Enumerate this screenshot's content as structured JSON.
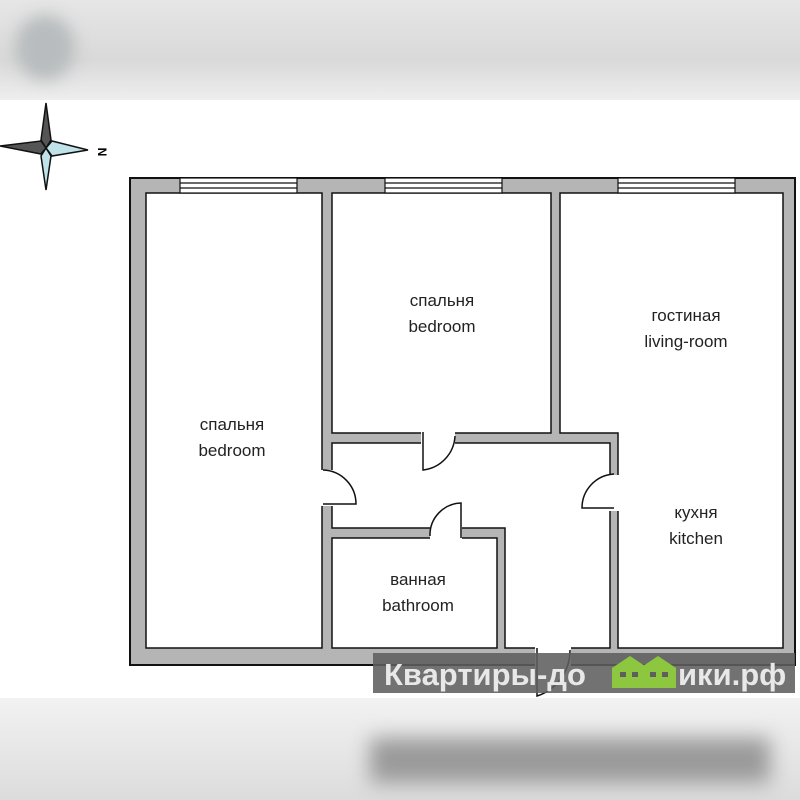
{
  "compass": {
    "north_label": "N"
  },
  "rooms": [
    {
      "ru": "спальня",
      "en": "bedroom"
    },
    {
      "ru": "спальня",
      "en": "bedroom"
    },
    {
      "ru": "гостиная",
      "en": "living-room"
    },
    {
      "ru": "кухня",
      "en": "kitchen"
    },
    {
      "ru": "ванная",
      "en": "bathroom"
    }
  ],
  "watermark": {
    "text_left": "Квартиры-до",
    "text_right": "ики.рф",
    "logo_color": "#8dc63f"
  },
  "colors": {
    "wall": "#b5b5b5",
    "outline": "#111111"
  }
}
